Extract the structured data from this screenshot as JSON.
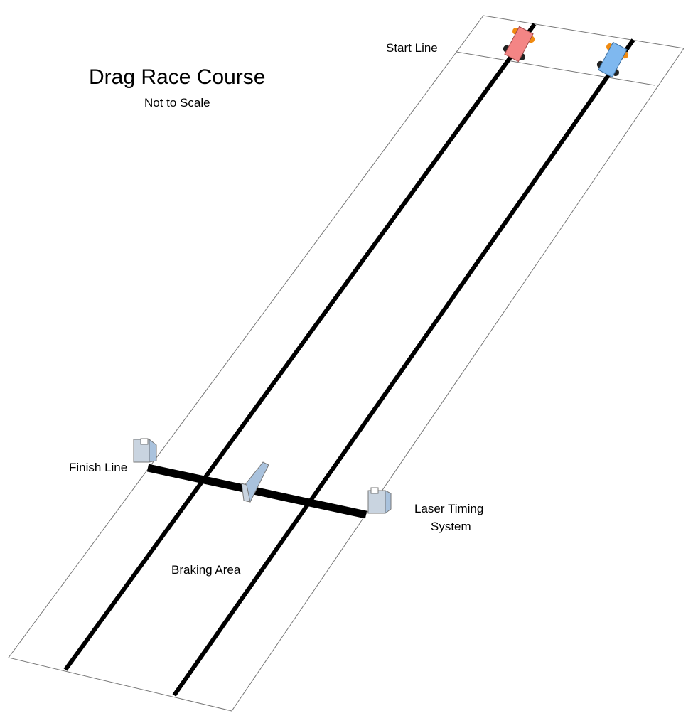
{
  "title": "Drag Race Course",
  "subtitle": "Not to Scale",
  "labels": {
    "start_line": "Start Line",
    "finish_line": "Finish Line",
    "laser_timing_line1": "Laser Timing",
    "laser_timing_line2": "System",
    "braking_area": "Braking Area"
  },
  "colors": {
    "red_car": "#f48585",
    "blue_car": "#7fb8ef",
    "wheels": "#f08a10",
    "timing_unit": "#a9c2dd",
    "lane": "#000000"
  }
}
